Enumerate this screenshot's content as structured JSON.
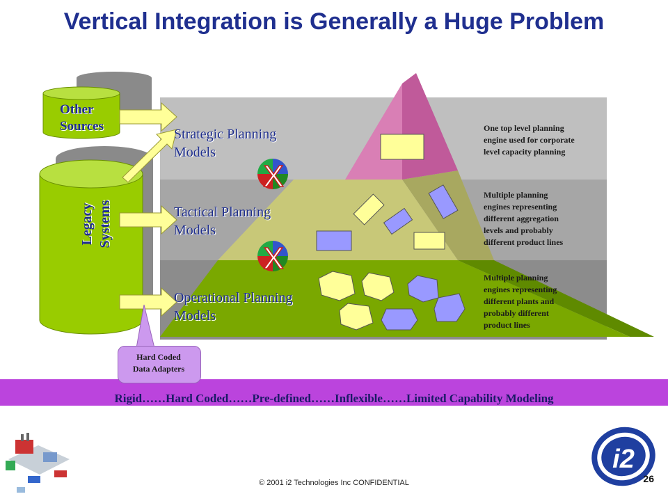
{
  "slide": {
    "title": "Vertical Integration is Generally a Huge Problem",
    "footer": "© 2001 i2 Technologies Inc CONFIDENTIAL",
    "page_number": "26",
    "logo_text": "i2"
  },
  "sources": {
    "other_sources": "Other\nSources",
    "legacy_systems": "Legacy\nSystems"
  },
  "levels": [
    {
      "label": "Strategic Planning\nModels",
      "description": "One top level planning\nengine used for corporate\nlevel capacity planning"
    },
    {
      "label": "Tactical Planning\nModels",
      "description": "Multiple planning\nengines representing\ndifferent aggregation\nlevels and probably\ndifferent product lines"
    },
    {
      "label": "Operational Planning\nModels",
      "description": "Multiple planning\nengines representing\ndifferent plants and\nprobably different\nproduct lines"
    }
  ],
  "adapters": {
    "label": "Hard Coded\nData Adapters"
  },
  "banner": {
    "text": "Rigid……Hard Coded……Pre-defined……Inflexible……Limited  Capability Modeling"
  },
  "blocked": {
    "mark": "X"
  },
  "colors": {
    "title": "#1f2f8f",
    "banner": "#bb44dd",
    "pyramid_top": "#d97fb5",
    "pyramid_mid": "#c8c878",
    "pyramid_bottom": "#7aa800",
    "cylinder": "#99cc00",
    "arrow": "#ffff99"
  }
}
